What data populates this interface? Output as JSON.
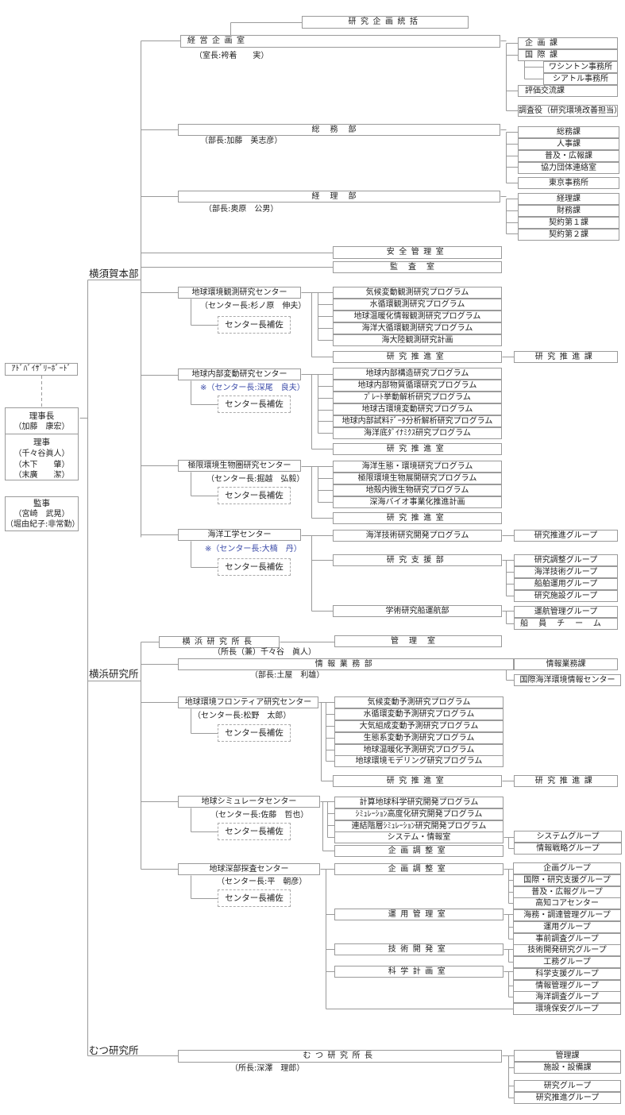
{
  "left": {
    "advisory": "ｱﾄﾞﾊﾞｲｻﾞﾘｰﾎﾞｰﾄﾞ",
    "president_title": "理事長",
    "president_name": "（加藤　康宏）",
    "directors_title": "理事",
    "directors": [
      "（千々谷眞人）",
      "（木下　　肇）",
      "（末廣　　潔）"
    ],
    "auditor_title": "監事",
    "auditors": [
      "（宮崎　武晃）",
      "（堀由紀子:非常勤）"
    ]
  },
  "hq": {
    "label": "横須賀本部",
    "research_planning": "研究企画統括",
    "management_planning": {
      "name": "経営企画室",
      "head": "（室長:袴着　　実）",
      "sections": [
        "企画課",
        "国際課",
        "ワシントン事務所",
        "シアトル事務所",
        "評価交流課",
        "調査役（研究環境改善担当）"
      ]
    },
    "general_affairs": {
      "name": "総務部",
      "head": "（部長:加藤　美志彦）",
      "sections": [
        "総務課",
        "人事課",
        "普及・広報課",
        "協力団体連絡室",
        "東京事務所"
      ]
    },
    "accounting": {
      "name": "経理部",
      "head": "（部長:奥原　公男）",
      "sections": [
        "経理課",
        "財務課",
        "契約第１課",
        "契約第２課"
      ]
    },
    "safety": "安全管理室",
    "audit": "監査室",
    "centers": [
      {
        "name": "地球環境観測研究センター",
        "head": "（センター長:杉ノ原　伸夫）",
        "assistant": "センター長補佐",
        "programs": [
          "気候変動観測研究プログラム",
          "水循環観測研究プログラム",
          "地球温暖化情報観測研究プログラム",
          "海洋大循環観測研究プログラム",
          "海大陸観測研究計画"
        ],
        "promotion_office": "研究推進室",
        "promotion_section": "研究推進課"
      },
      {
        "name": "地球内部変動研究センター",
        "head": "※（センター長:深尾　良夫）",
        "assistant": "センター長補佐",
        "programs": [
          "地球内部構造研究プログラム",
          "地球内部物質循環研究プログラム",
          "ﾌﾟﾚｰﾄ挙動解析研究プログラム",
          "地球古環境変動研究プログラム",
          "地球内部試料ﾃﾞｰﾀ分析解析研究プログラム",
          "海洋底ﾀﾞｲﾅﾐｸｽ研究プログラム"
        ],
        "promotion_office": "研究推進室"
      },
      {
        "name": "極限環境生物圏研究センター",
        "head": "（センター長:掘越　弘毅）",
        "assistant": "センター長補佐",
        "programs": [
          "海洋生態・環境研究プログラム",
          "極限環境生物展開研究プログラム",
          "地殻内微生物研究プログラム",
          "深海バイオ事業化推進計画"
        ],
        "promotion_office": "研究推進室"
      },
      {
        "name": "海洋工学センター",
        "head": "※（センター長:大楠　丹）",
        "assistant": "センター長補佐",
        "program": "海洋技術研究開発プログラム",
        "program_group": "研究推進グループ",
        "support_dept": "研究支援部",
        "support_groups": [
          "研究調整グループ",
          "海洋技術グループ",
          "船舶運用グループ",
          "研究施設グループ"
        ],
        "vessel_dept": "学術研究船運航部",
        "vessel_groups": [
          "運航管理グループ",
          "船員チーム"
        ]
      }
    ]
  },
  "yokohama": {
    "label": "横浜研究所",
    "director": "横浜研究所長",
    "director_name": "（所長（兼）千々谷　眞人）",
    "admin_office": "管理室",
    "info_dept": {
      "name": "情報業務部",
      "head": "（部長:土屋　利雄）",
      "sections": [
        "情報業務課",
        "国際海洋環境情報センター"
      ]
    },
    "frontier": {
      "name": "地球環境フロンティア研究センター",
      "head": "（センター長:松野　太郎）",
      "assistant": "センター長補佐",
      "programs": [
        "気候変動予測研究プログラム",
        "水循環変動予測研究プログラム",
        "大気組成変動予測研究プログラム",
        "生態系変動予測研究プログラム",
        "地球温暖化予測研究プログラム",
        "地球環境モデリング研究プログラム"
      ],
      "promotion_office": "研究推進室",
      "promotion_section": "研究推進課"
    },
    "simulator": {
      "name": "地球シミュレータセンター",
      "head": "（センター長:佐藤　哲也）",
      "assistant": "センター長補佐",
      "programs": [
        "計算地球科学研究開発プログラム",
        "ｼﾐｭﾚｰｼｮﾝ高度化研究開発プログラム",
        "連結階層ｼﾐｭﾚｰｼｮﾝ研究開発プログラム"
      ],
      "systems_office": "システム・情報室",
      "systems_groups": [
        "システムグループ",
        "情報戦略グループ"
      ],
      "planning_office": "企画調整室"
    },
    "cdex": {
      "name": "地球深部探査センター",
      "head": "（センター長:平　朝彦）",
      "assistant": "センター長補佐",
      "offices": [
        {
          "name": "企画調整室",
          "groups": [
            "企画グループ",
            "国際・研究支援グループ",
            "普及・広報グループ",
            "高知コアセンター"
          ]
        },
        {
          "name": "運用管理室",
          "groups": [
            "海務・調達管理グループ",
            "運用グループ",
            "事前調査グループ"
          ]
        },
        {
          "name": "技術開発室",
          "groups": [
            "技術開発研究グループ",
            "工務グループ"
          ]
        },
        {
          "name": "科学計画室",
          "groups": [
            "科学支援グループ",
            "情報管理グループ",
            "海洋調査グループ"
          ]
        }
      ],
      "env_group": "環境保安グループ"
    }
  },
  "mutsu": {
    "label": "むつ研究所",
    "director": "むつ研究所長",
    "director_name": "（所長:深澤　理郎）",
    "sections": [
      "管理課",
      "施設・設備課",
      "研究グループ",
      "研究推進グループ"
    ]
  }
}
